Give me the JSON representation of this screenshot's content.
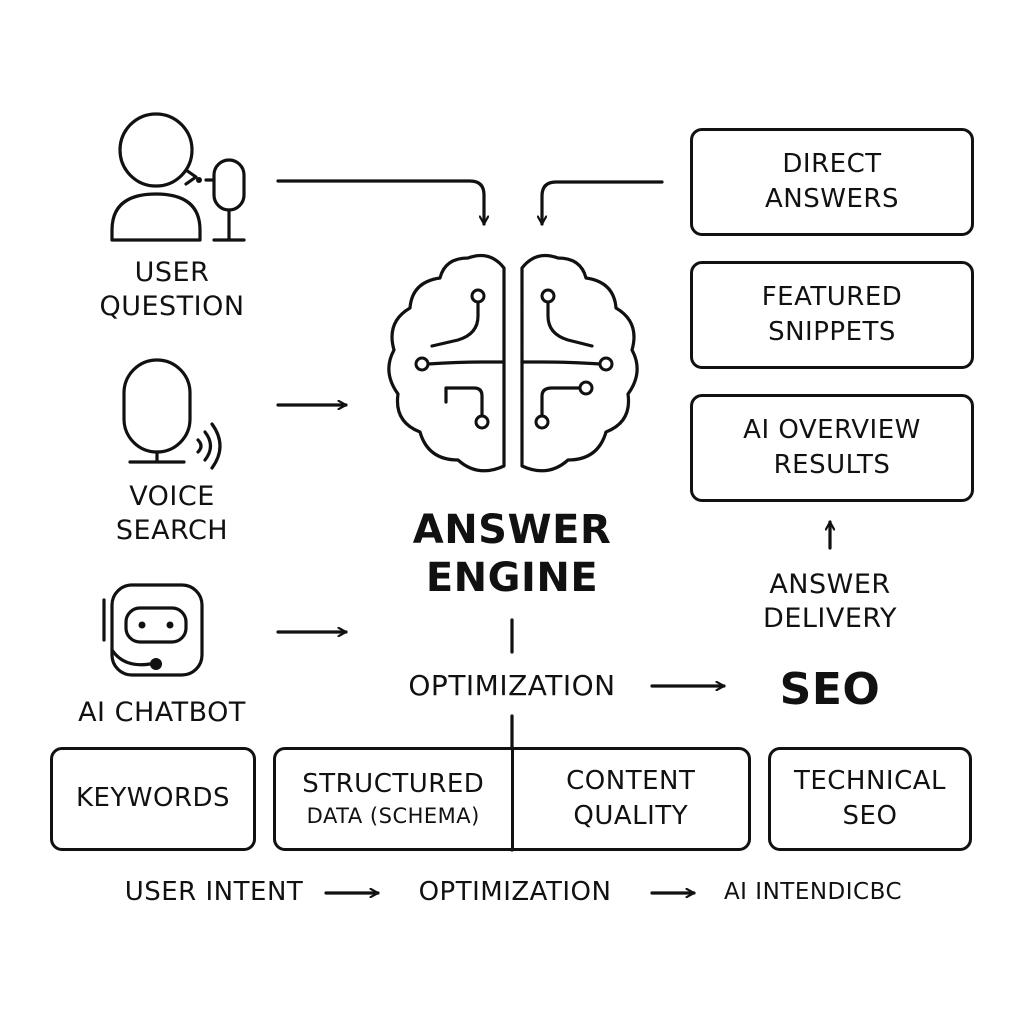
{
  "colors": {
    "stroke": "#111111",
    "background": "#ffffff"
  },
  "inputs": {
    "user_question": {
      "line1": "USER",
      "line2": "QUESTION",
      "icon": "user-speaking-icon"
    },
    "voice_search": {
      "line1": "VOICE",
      "line2": "SEARCH",
      "icon": "microphone-icon"
    },
    "ai_chatbot": {
      "label": "AI CHATBOT",
      "icon": "robot-icon"
    }
  },
  "engine": {
    "line1": "ANSWER",
    "line2": "ENGINE",
    "icon": "brain-circuit-icon"
  },
  "outputs": [
    {
      "line1": "DIRECT",
      "line2": "ANSWERS"
    },
    {
      "line1": "FEATURED",
      "line2": "SNIPPETS"
    },
    {
      "line1": "AI OVERVIEW",
      "line2": "RESULTS"
    }
  ],
  "delivery": {
    "line1": "ANSWER",
    "line2": "DELIVERY"
  },
  "optimization": {
    "label": "OPTIMIZATION",
    "target": "SEO"
  },
  "pillars": {
    "keywords": "KEYWORDS",
    "structured": {
      "line1": "STRUCTURED",
      "line2": "DATA (SCHEMA)"
    },
    "content": {
      "line1": "CONTENT",
      "line2": "QUALITY"
    },
    "technical": {
      "line1": "TECHNICAL",
      "line2": "SEO"
    }
  },
  "footer": {
    "step1": "USER INTENT",
    "step2": "OPTIMIZATION",
    "step3": "AI INTENDICBC"
  }
}
